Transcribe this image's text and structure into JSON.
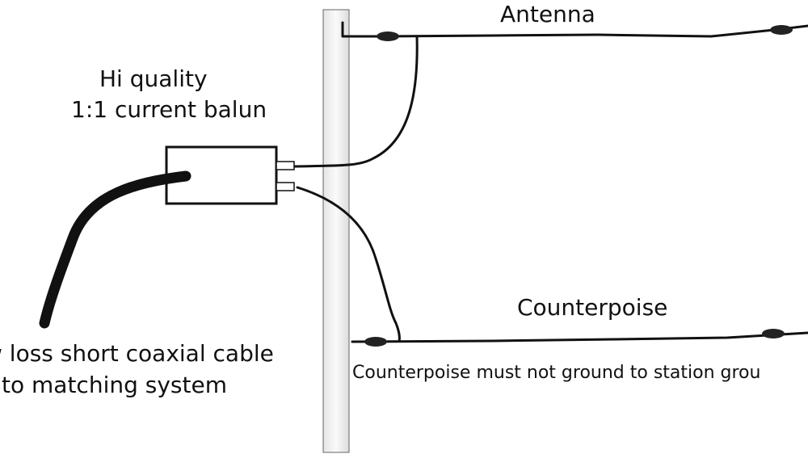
{
  "labels": {
    "antenna": "Antenna",
    "balun_line1": "Hi quality",
    "balun_line2": "1:1 current balun",
    "counterpoise": "Counterpoise",
    "coax_line1": "w loss short coaxial cable",
    "coax_line2": "to matching system",
    "note": "Counterpoise must not ground to station grou"
  },
  "colors": {
    "wire": "#111111",
    "mast_fill": "#f2f2f2",
    "mast_stroke": "#666666",
    "insulator": "#222222"
  },
  "icons": [
    "insulator-icon",
    "balun-box",
    "mast-pole"
  ]
}
